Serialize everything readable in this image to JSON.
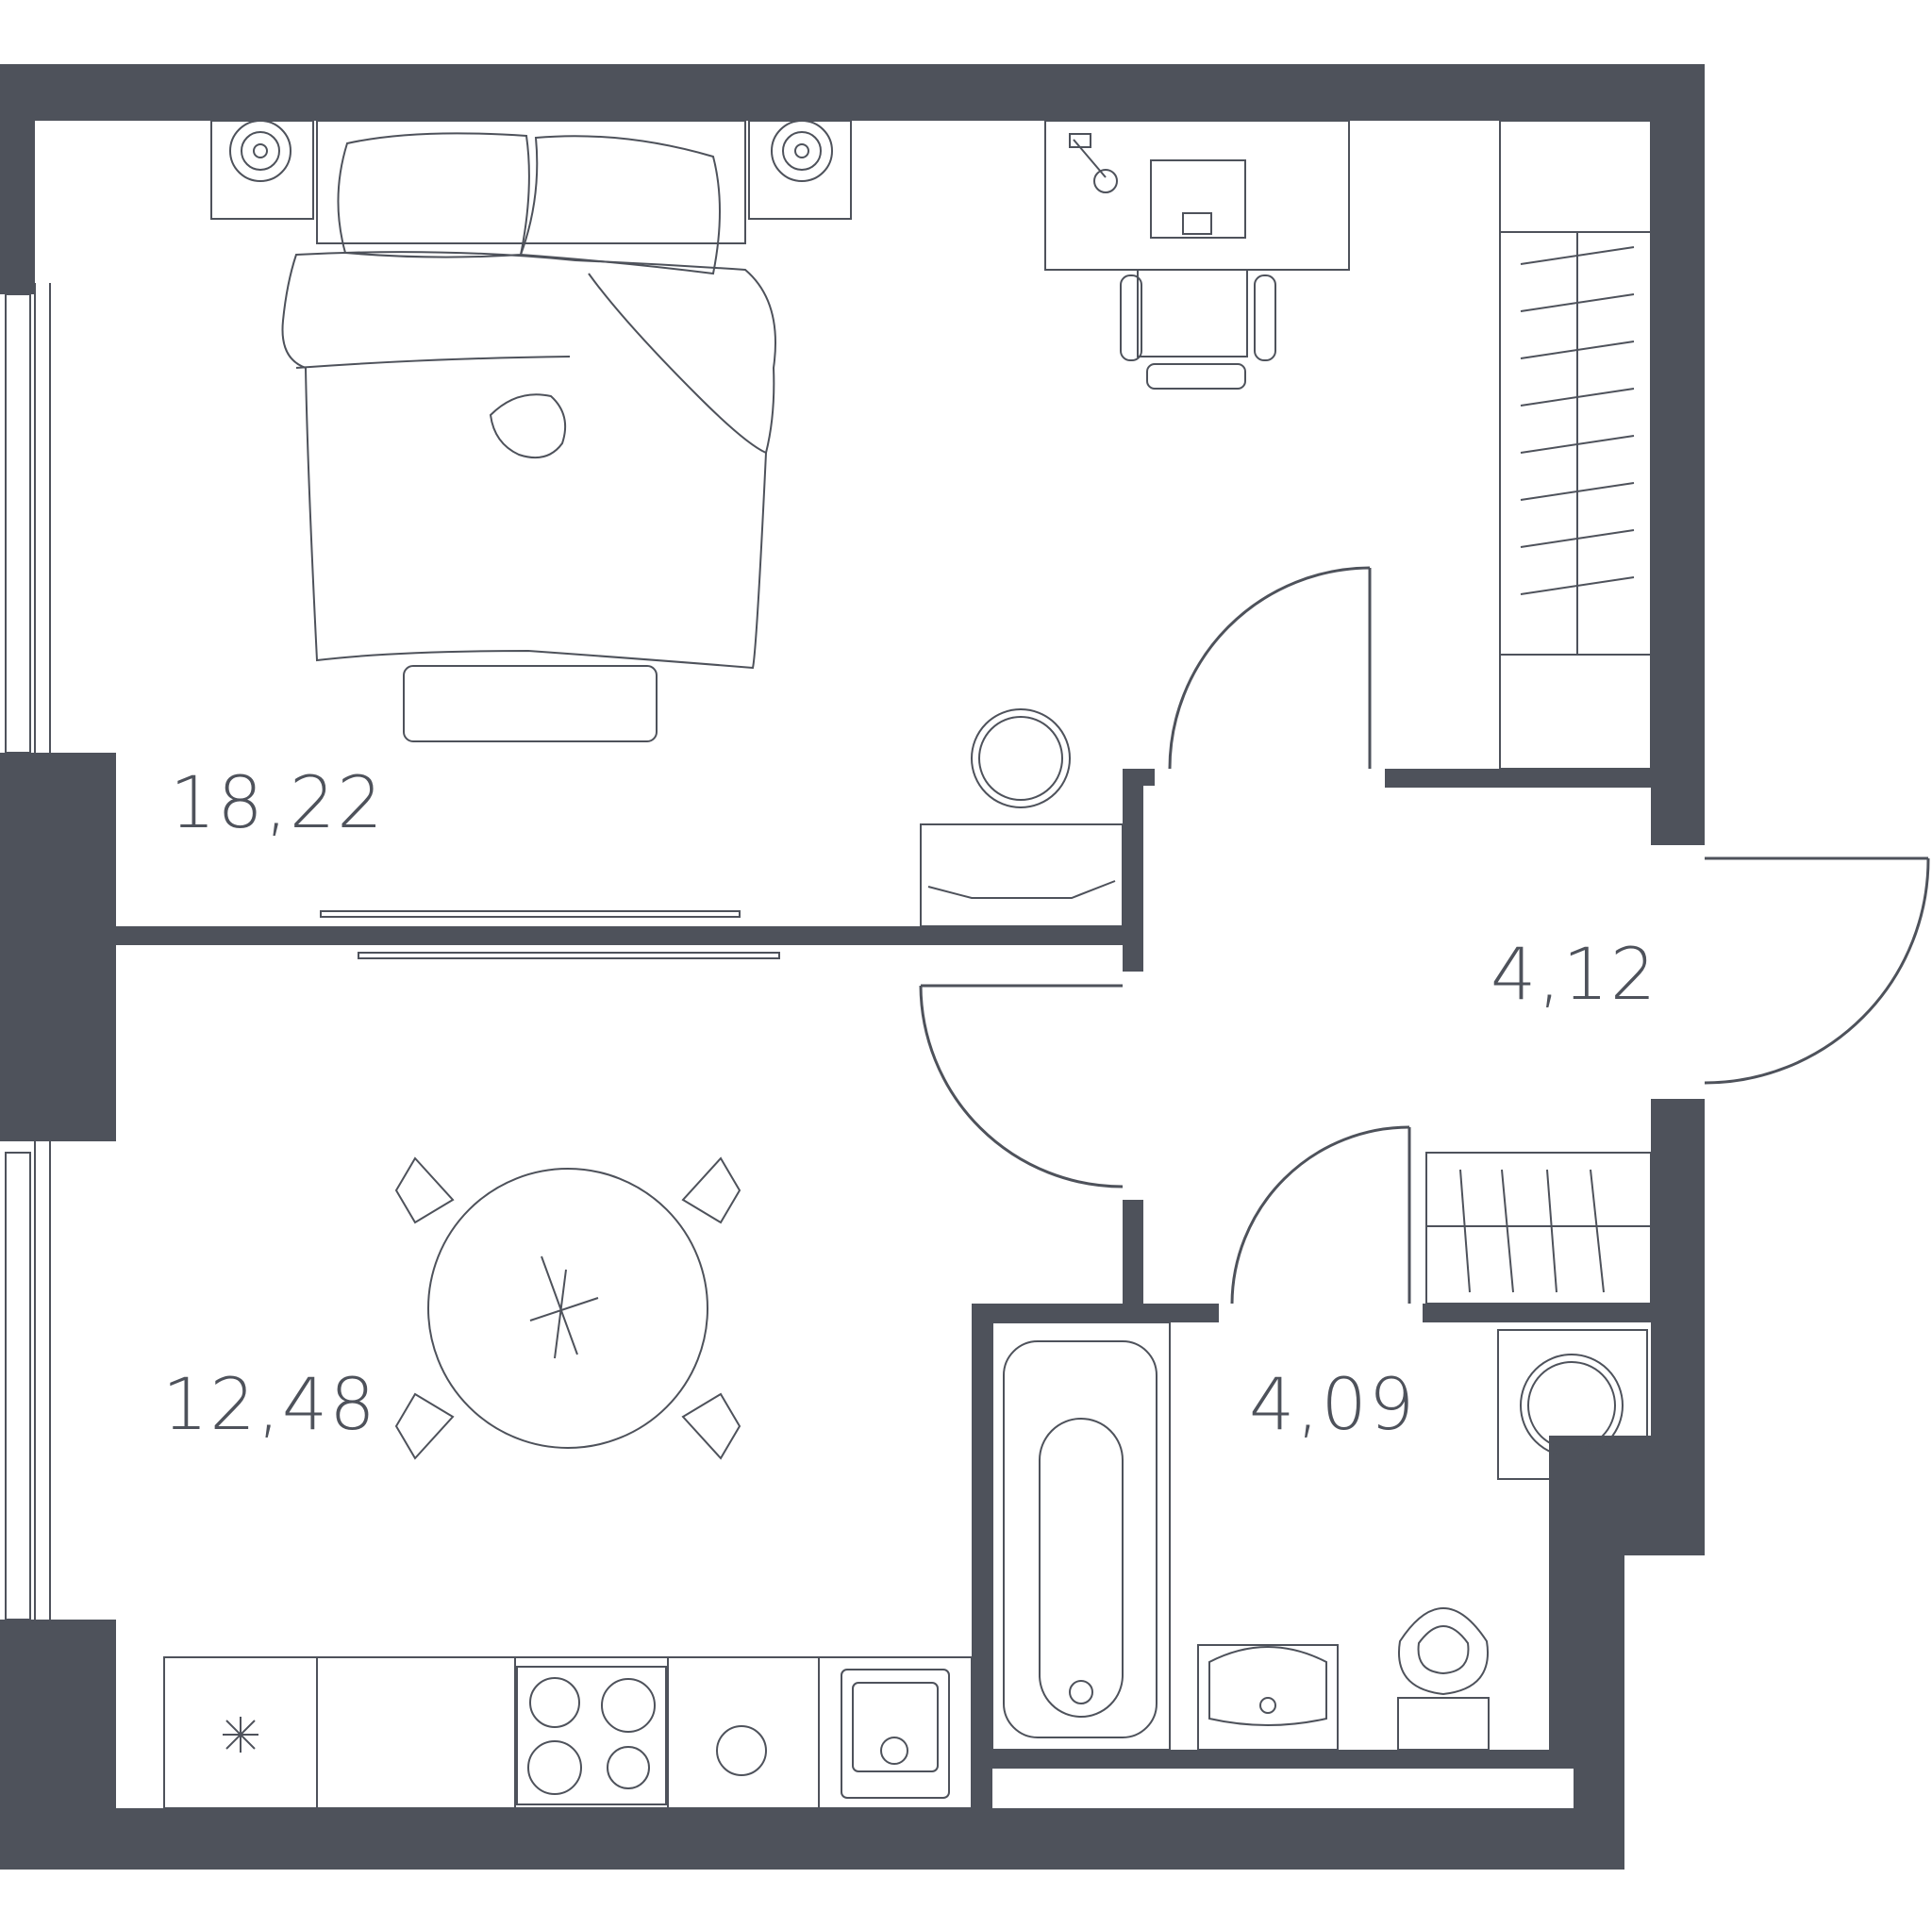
{
  "plan": {
    "wall_color": "#4e525b",
    "rooms": [
      {
        "id": "bedroom",
        "area": "18,22"
      },
      {
        "id": "hallway",
        "area": "4,12"
      },
      {
        "id": "kitchen_living",
        "area": "12,48"
      },
      {
        "id": "bathroom",
        "area": "4,09"
      }
    ]
  }
}
